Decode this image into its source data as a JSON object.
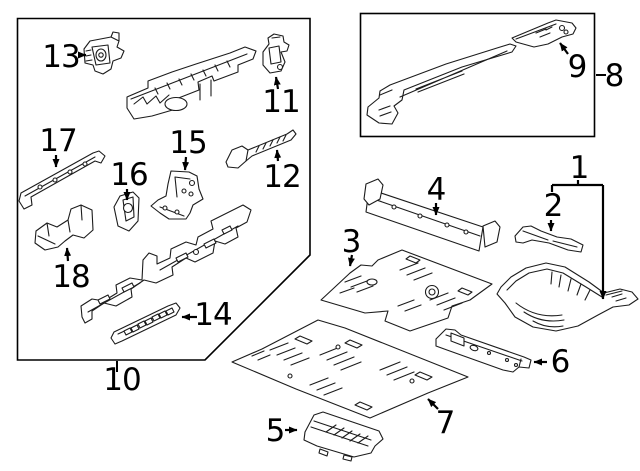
{
  "palette": {
    "background": "#ffffff",
    "line": "#000000"
  },
  "callouts": {
    "c1": "1",
    "c2": "2",
    "c3": "3",
    "c4": "4",
    "c5": "5",
    "c6": "6",
    "c7": "7",
    "c8": "8",
    "c9": "9",
    "c10": "10",
    "c11": "11",
    "c12": "12",
    "c13": "13",
    "c14": "14",
    "c15": "15",
    "c16": "16",
    "c17": "17",
    "c18": "18"
  }
}
